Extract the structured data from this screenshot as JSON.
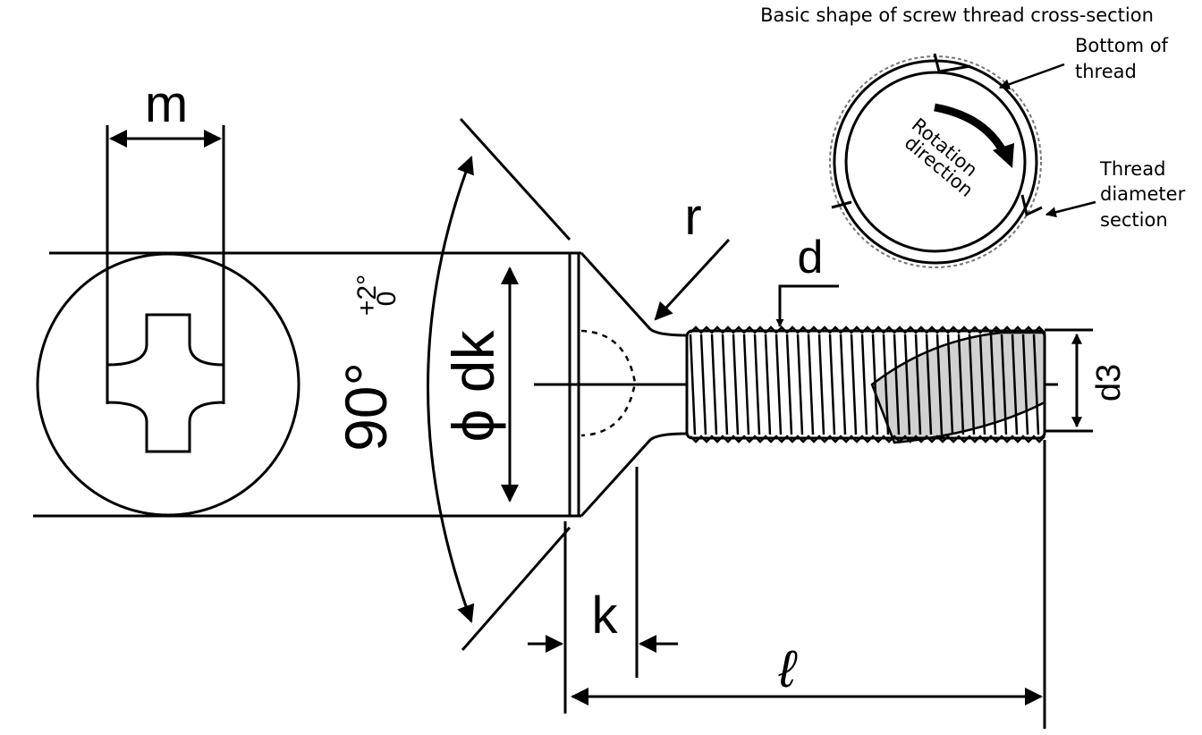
{
  "title": "Basic shape of screw thread cross-section",
  "labels": {
    "m": "m",
    "r": "r",
    "d": "d",
    "d3": "d3",
    "dk": "ϕ dk",
    "k": "k",
    "l": "ℓ",
    "angle": "90°",
    "tol_plus": "+2°",
    "tol_zero": "0"
  },
  "callouts": {
    "bottom": [
      "Bottom of",
      "thread"
    ],
    "rotation": [
      "Rotation",
      "direction"
    ],
    "thread_diameter": [
      "Thread",
      "diameter",
      "section"
    ]
  },
  "colors": {
    "ink": "#000000",
    "outline_dotted": "#777777",
    "background": "#ffffff"
  }
}
